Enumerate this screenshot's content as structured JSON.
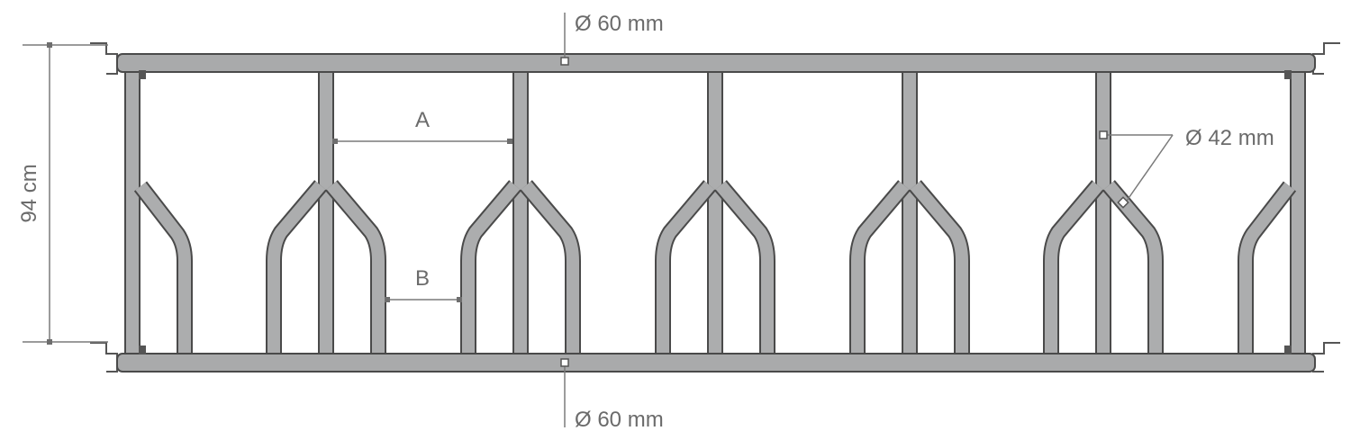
{
  "labels": {
    "top_diameter": "Ø 60 mm",
    "bottom_diameter": "Ø 60 mm",
    "bar_diameter": "Ø 42 mm",
    "height": "94 cm",
    "spacing_a": "A",
    "spacing_b": "B"
  },
  "colors": {
    "tube_fill": "#a9aaab",
    "outline": "#4a4a4a",
    "dimension": "#6e6e6e"
  }
}
